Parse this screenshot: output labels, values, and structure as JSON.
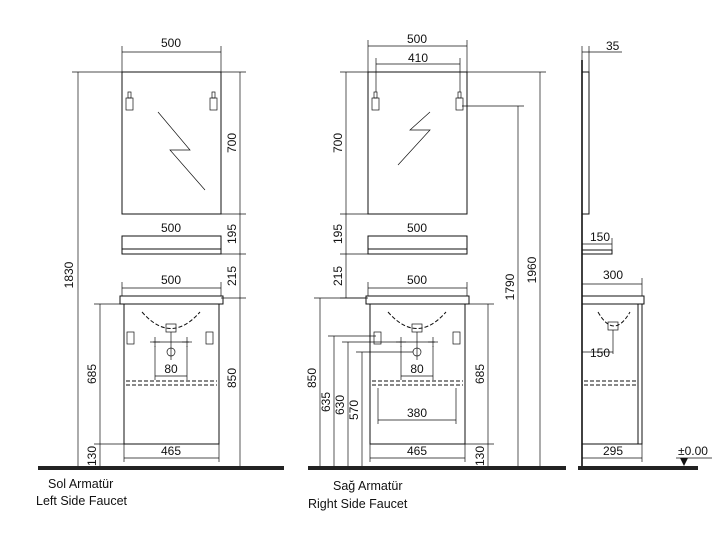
{
  "captions": {
    "left_tr": "Sol Armatür",
    "left_en": "Left Side Faucet",
    "right_tr": "Sağ Armatür",
    "right_en": "Right Side Faucet"
  },
  "dims": {
    "left": {
      "mirror_width": "500",
      "mirror_height": "700",
      "total_height": "1830",
      "shelf_width": "500",
      "shelf_gap": "195",
      "basin_gap": "215",
      "basin_width": "500",
      "cabinet_height": "850",
      "door_height": "685",
      "pipe_spacing": "80",
      "cabinet_width": "465",
      "leg_height": "130"
    },
    "right": {
      "mirror_width": "500",
      "fixture_spacing": "410",
      "mirror_height": "700",
      "shelf_gap": "195",
      "shelf_width": "500",
      "basin_gap": "215",
      "basin_width": "500",
      "height_1790": "1790",
      "height_1960": "1960",
      "height_850": "850",
      "height_635": "635",
      "height_630": "630",
      "height_570": "570",
      "pipe_spacing": "80",
      "inner_width": "380",
      "cabinet_width": "465",
      "door_height": "685",
      "leg_height": "130"
    },
    "side": {
      "mirror_depth": "35",
      "shelf_depth": "150",
      "basin_depth": "300",
      "drain_offset": "150",
      "cabinet_depth": "295",
      "floor_level": "±0.00"
    }
  }
}
